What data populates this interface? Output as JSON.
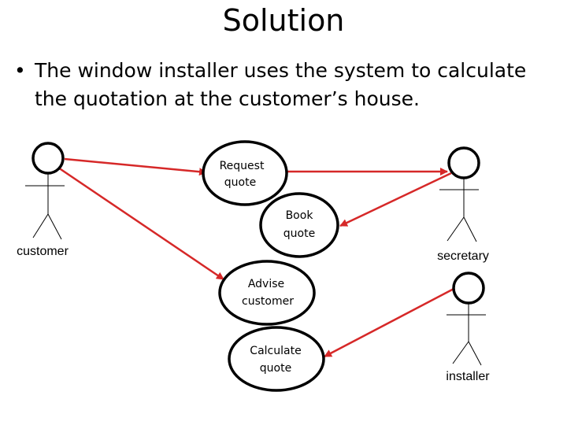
{
  "slide": {
    "title": "Solution",
    "bullet_symbol": "•",
    "bullet_text": "The window installer uses the system to calculate the quotation at the customer’s house."
  },
  "diagram": {
    "actors": {
      "customer": "customer",
      "secretary": "secretary",
      "installer": "installer"
    },
    "use_cases": {
      "request_quote": [
        "Request",
        "quote"
      ],
      "book_quote": [
        "Book",
        "quote"
      ],
      "advise_customer": [
        "Advise",
        "customer"
      ],
      "calculate_quote": [
        "Calculate",
        "quote"
      ]
    },
    "colors": {
      "association": "#d62828",
      "outline": "#000000"
    }
  }
}
